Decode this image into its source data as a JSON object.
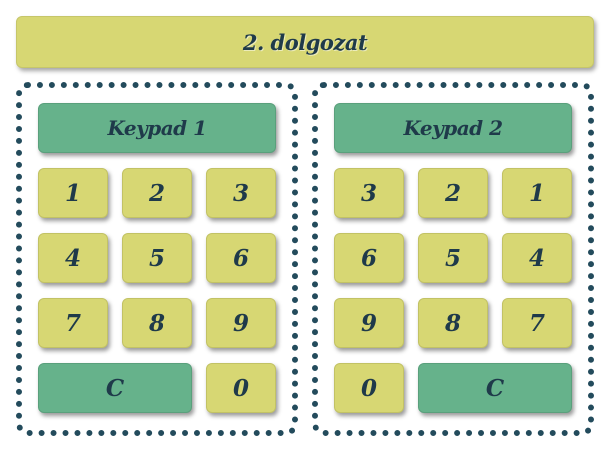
{
  "title": "2. dolgozat",
  "keypads": [
    {
      "header": "Keypad 1",
      "keys": [
        "1",
        "2",
        "3",
        "4",
        "5",
        "6",
        "7",
        "8",
        "9"
      ],
      "clear_label": "C",
      "zero_label": "0"
    },
    {
      "header": "Keypad 2",
      "keys": [
        "3",
        "2",
        "1",
        "6",
        "5",
        "4",
        "9",
        "8",
        "7"
      ],
      "clear_label": "C",
      "zero_label": "0"
    }
  ],
  "colors": {
    "yellow": "#d7d773",
    "green": "#66b28b",
    "border": "#234b5c",
    "text": "#1f3a4a"
  }
}
